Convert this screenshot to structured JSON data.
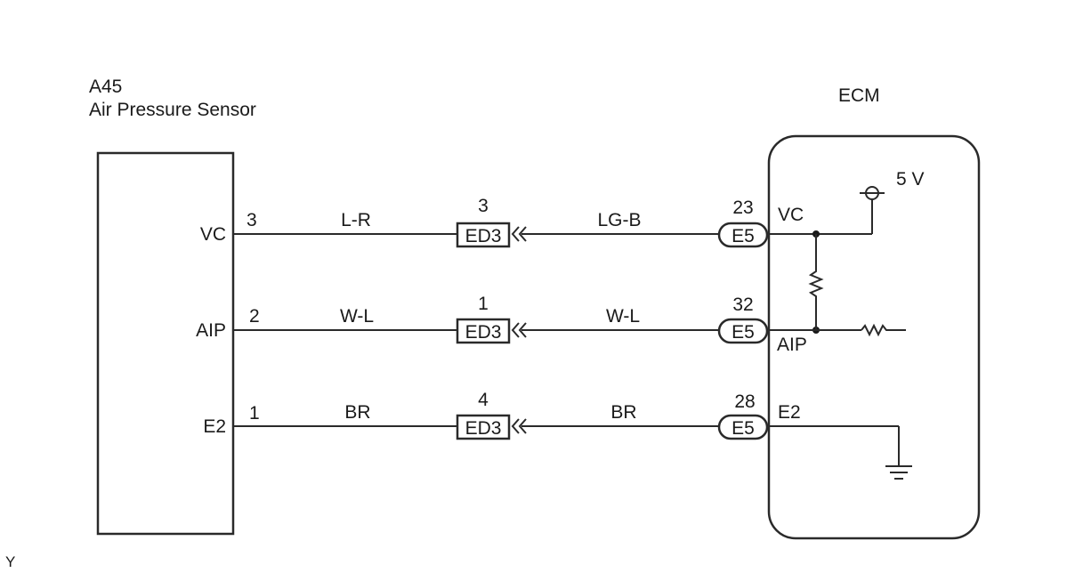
{
  "sensor": {
    "code": "A45",
    "name": "Air Pressure Sensor",
    "pins": [
      {
        "label": "VC",
        "number": "3"
      },
      {
        "label": "AIP",
        "number": "2"
      },
      {
        "label": "E2",
        "number": "1"
      }
    ]
  },
  "ecm": {
    "name": "ECM",
    "voltage": "5 V",
    "pins": [
      {
        "label": "VC",
        "number": "23"
      },
      {
        "label": "AIP",
        "number": "32"
      },
      {
        "label": "E2",
        "number": "28"
      }
    ]
  },
  "circuits": [
    {
      "sensor_wire": "L-R",
      "junction_code": "ED3",
      "junction_pin": "3",
      "ecm_wire": "LG-B",
      "ecm_connector": "E5"
    },
    {
      "sensor_wire": "W-L",
      "junction_code": "ED3",
      "junction_pin": "1",
      "ecm_wire": "W-L",
      "ecm_connector": "E5"
    },
    {
      "sensor_wire": "BR",
      "junction_code": "ED3",
      "junction_pin": "4",
      "ecm_wire": "BR",
      "ecm_connector": "E5"
    }
  ],
  "footer": {
    "code": "Y"
  }
}
